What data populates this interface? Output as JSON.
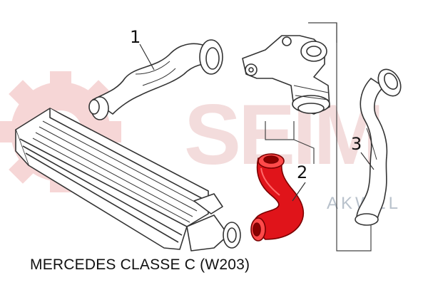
{
  "image": {
    "callouts": [
      "1",
      "2",
      "3"
    ],
    "caption": "MERCEDES CLASSE C (W203)",
    "watermark": {
      "brand_text": "SEIM",
      "partner_text": "AKWEL",
      "brand_color": "#f3dcdc",
      "partner_color": "#b9c2cc"
    },
    "highlight_color": "#e0141a",
    "line_color": "#333333"
  }
}
